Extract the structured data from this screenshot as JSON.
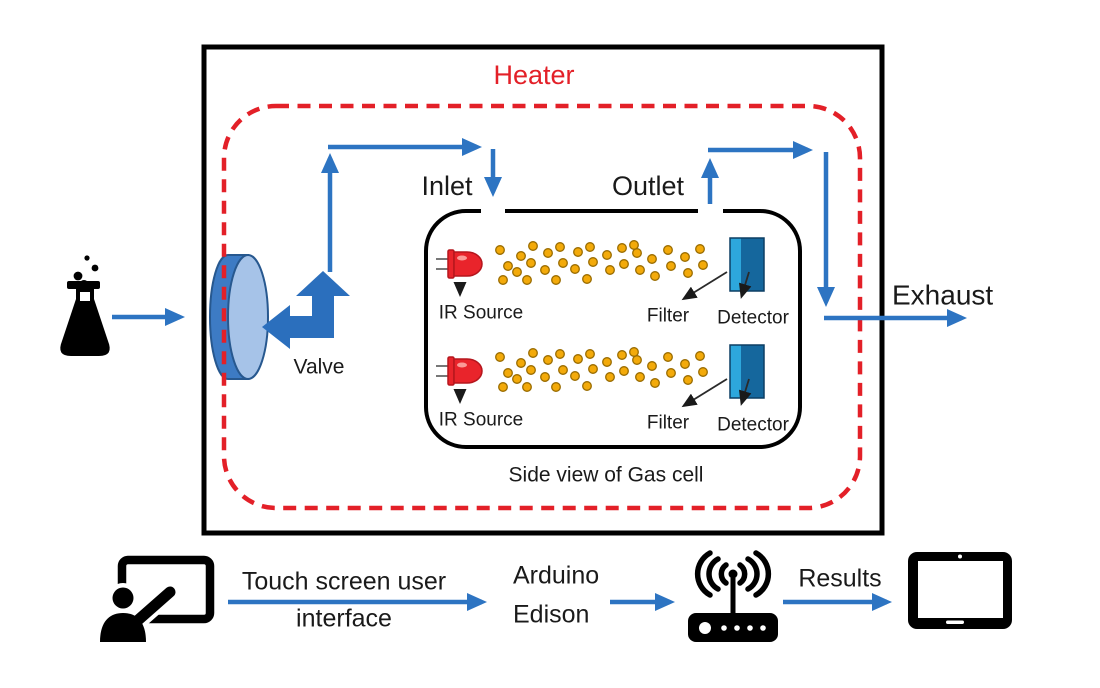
{
  "heater_label": "Heater",
  "flow_labels": {
    "inlet": "Inlet",
    "outlet": "Outlet",
    "exhaust": "Exhaust",
    "valve": "Valve"
  },
  "gas_cell": {
    "caption": "Side view of Gas cell",
    "channels": [
      {
        "source_label": "IR Source",
        "filter_label": "Filter",
        "detector_label": "Detector"
      },
      {
        "source_label": "IR Source",
        "filter_label": "Filter",
        "detector_label": "Detector"
      }
    ]
  },
  "bottom_pipeline": {
    "touchscreen_line1": "Touch screen user",
    "touchscreen_line2": "interface",
    "controller_line1": "Arduino",
    "controller_line2": "Edison",
    "results_label": "Results"
  },
  "icons": [
    "flask-icon",
    "valve-cylinder-icon",
    "ir-led-icon",
    "gas-particles",
    "filter-detector-icon",
    "touch-screen-user-icon",
    "wifi-router-icon",
    "tablet-icon"
  ],
  "colors": {
    "heater-red": "#e32028",
    "flow-blue": "#2d74c2",
    "valve-arrow-blue": "#2b6fbd",
    "valve-body-blue": "#3d7bc4",
    "valve-face-blue": "#a6c3e8",
    "detector-blue": "#15679d",
    "filter-blue": "#2da7dc",
    "particle-gold": "#f3aa0a",
    "particle-outline": "#9a6c00",
    "led-red": "#e9242b",
    "ink-black": "#1a1a1a"
  }
}
